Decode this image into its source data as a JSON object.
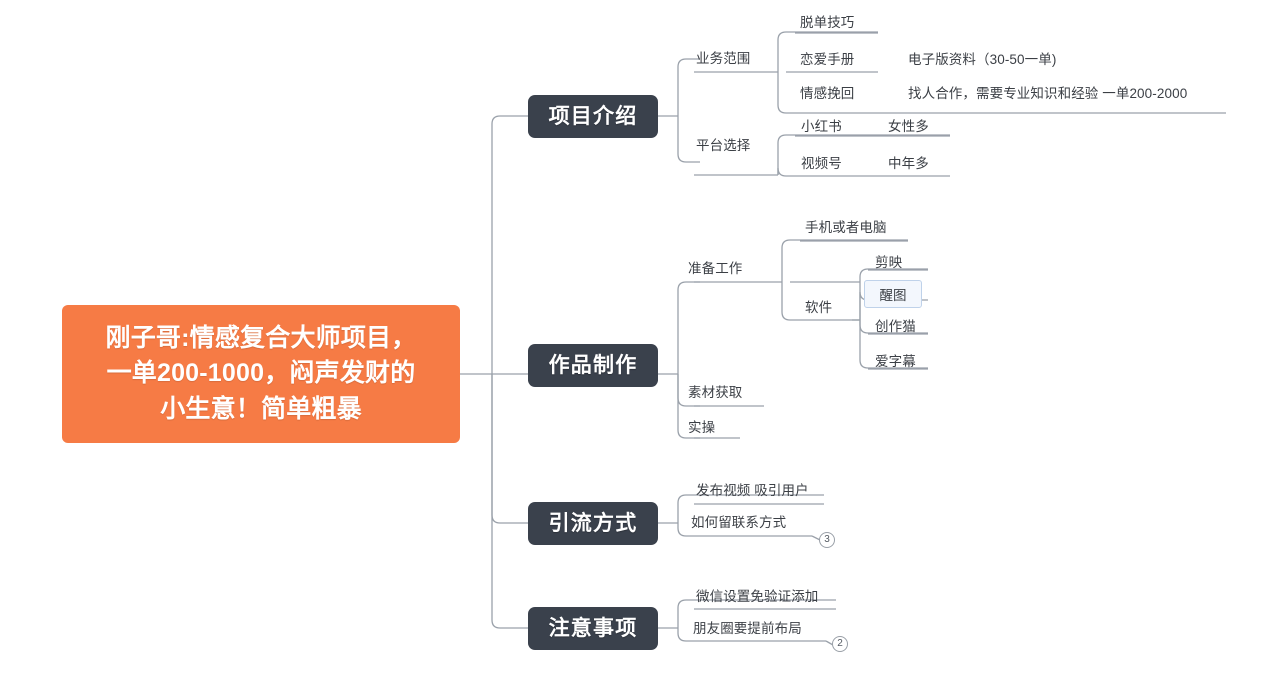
{
  "theme": {
    "root_fill": "#F67B45",
    "root_text": "#FFFFFF",
    "branch_fill": "#3A414C",
    "branch_text": "#FFFFFF",
    "wire": "#9AA1AA",
    "leaf_text": "#3B3F45",
    "selection_fill": "#F3F7FD",
    "selection_border": "#BFD2EA",
    "canvas_bg": "#FFFFFF"
  },
  "root": {
    "label": "刚子哥:情感复合大师项目，\n一单200-1000，闷声发财的\n小生意！简单粗暴"
  },
  "branches": [
    {
      "label": "项目介绍",
      "children": [
        {
          "label": "业务范围",
          "children": [
            {
              "label": "脱单技巧",
              "note": ""
            },
            {
              "label": "恋爱手册",
              "note": "电子版资料（30-50一单)"
            },
            {
              "label": "情感挽回",
              "note": "找人合作，需要专业知识和经验  一单200-2000"
            }
          ]
        },
        {
          "label": "平台选择",
          "children": [
            {
              "label": "小红书",
              "note": "女性多"
            },
            {
              "label": "视频号",
              "note": "中年多"
            }
          ]
        }
      ]
    },
    {
      "label": "作品制作",
      "children": [
        {
          "label": "准备工作",
          "children": [
            {
              "label": "手机或者电脑",
              "note": ""
            },
            {
              "label": "软件",
              "note": "",
              "children": [
                {
                  "label": "剪映",
                  "selected": false
                },
                {
                  "label": "醒图",
                  "selected": true
                },
                {
                  "label": "创作猫",
                  "selected": false
                },
                {
                  "label": "爱字幕",
                  "selected": false
                }
              ]
            }
          ]
        },
        {
          "label": "素材获取",
          "children": []
        },
        {
          "label": "实操",
          "children": []
        }
      ]
    },
    {
      "label": "引流方式",
      "children": [
        {
          "label": "发布视频 吸引用户",
          "note": ""
        },
        {
          "label": "如何留联系方式",
          "note": "",
          "badge": "3"
        }
      ]
    },
    {
      "label": "注意事项",
      "children": [
        {
          "label": "微信设置免验证添加",
          "note": ""
        },
        {
          "label": "朋友圈要提前布局",
          "note": "",
          "badge": "2"
        }
      ]
    }
  ]
}
